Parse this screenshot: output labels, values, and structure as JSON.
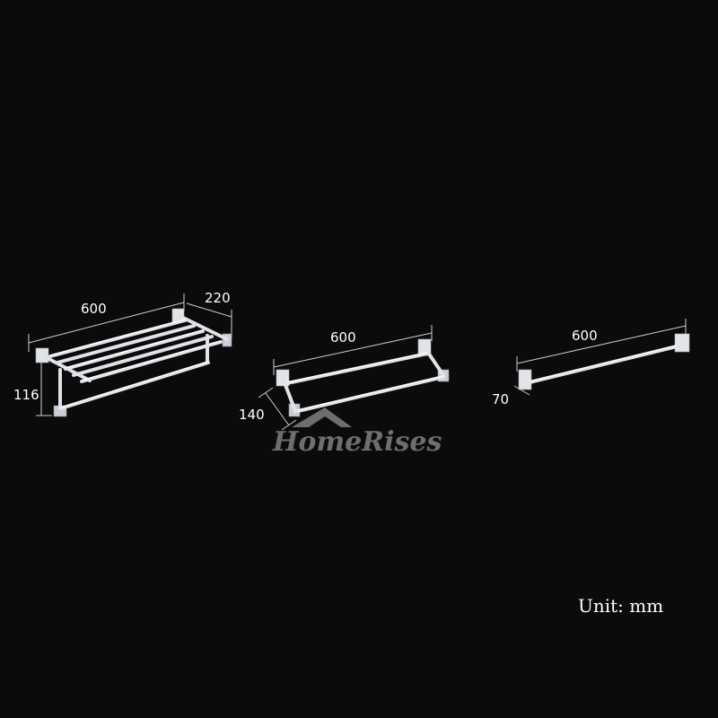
{
  "products": [
    {
      "name": "towel-shelf-rack",
      "dimensions": {
        "length": "600",
        "depth": "220",
        "height": "116"
      }
    },
    {
      "name": "double-towel-bar",
      "dimensions": {
        "length": "600",
        "depth": "140"
      }
    },
    {
      "name": "single-towel-bar",
      "dimensions": {
        "length": "600",
        "depth": "70"
      }
    }
  ],
  "watermark": {
    "brand": "HomeRises"
  },
  "unit_label": "Unit: mm"
}
